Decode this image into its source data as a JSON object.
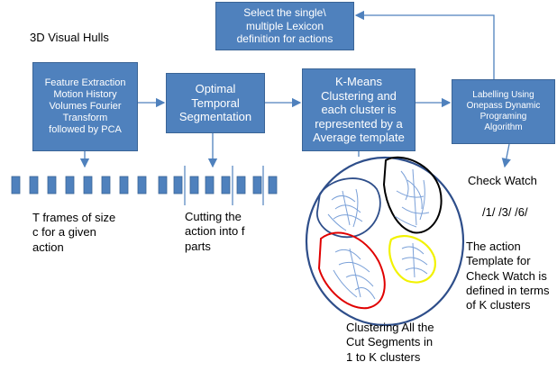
{
  "boxes": {
    "feature": {
      "lines": [
        "Feature Extraction",
        "Motion History",
        "Volumes Fourier",
        "Transform",
        "followed by PCA"
      ]
    },
    "segmentation": {
      "lines": [
        "Optimal",
        "Temporal",
        "Segmentation"
      ]
    },
    "kmeans": {
      "lines": [
        "K-Means",
        "Clustering and",
        "each cluster is",
        "represented by a",
        "Average template"
      ]
    },
    "labelling": {
      "lines": [
        "Labelling Using",
        "Onepass Dynamic",
        "Programing",
        "Algorithm"
      ]
    },
    "lexicon": {
      "lines": [
        "Select the single\\",
        "multiple Lexicon",
        "definition for actions"
      ]
    }
  },
  "labels": {
    "visual_hulls": "3D Visual Hulls",
    "check_watch": "Check Watch",
    "cluster_sequence": "/1/ /3/ /6/",
    "frames": [
      "T frames of size",
      "c for a given",
      "action"
    ],
    "cutting": [
      "Cutting the",
      "action into f",
      "parts"
    ],
    "template_note": [
      "The action",
      "Template for",
      "Check Watch is",
      "defined in terms",
      "of  K clusters"
    ],
    "clustering_note": [
      "Clustering All the",
      "Cut Segments in",
      "1 to K clusters"
    ]
  },
  "colors": {
    "box_fill": "#4f81bd",
    "box_border": "#3a6496",
    "arrow": "#4f81bd",
    "cluster_outline": "#2e4e8a",
    "cluster_black": "#000000",
    "cluster_red": "#e00000",
    "cluster_yellow": "#f2f200",
    "segment_lines": "#7aa0d8"
  }
}
